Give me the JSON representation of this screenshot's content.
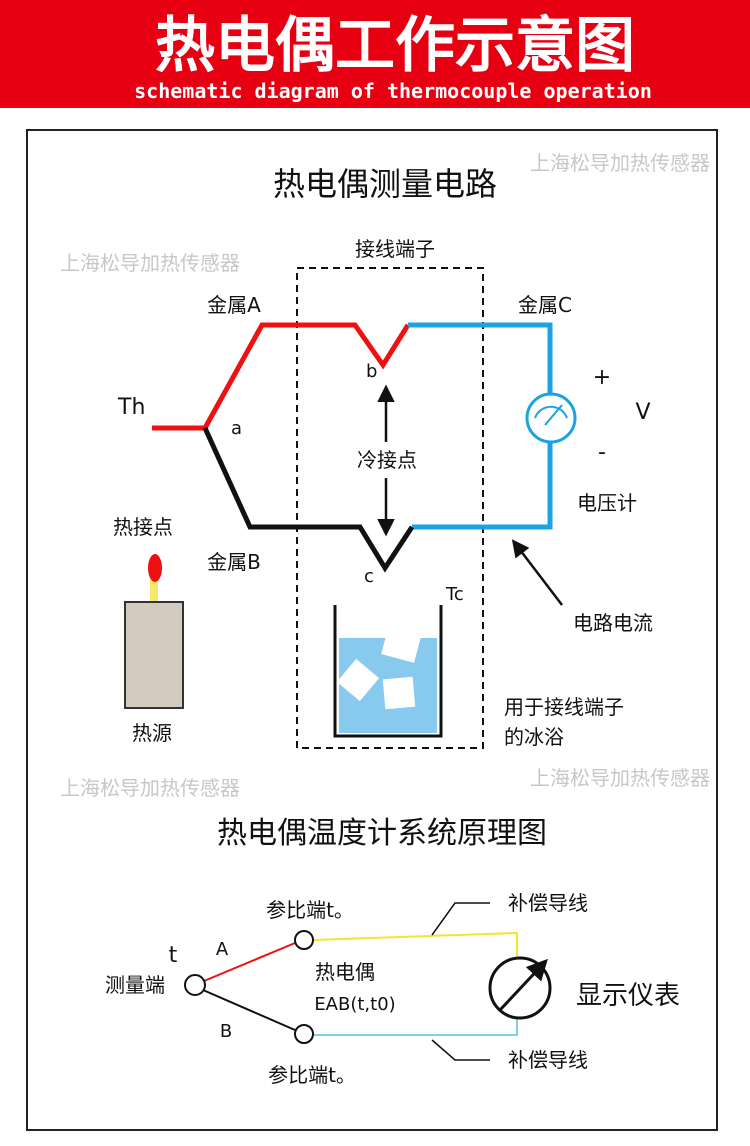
{
  "header": {
    "title": "热电偶工作示意图",
    "subtitle": "schematic diagram of thermocouple operation",
    "background_color": "#e60012"
  },
  "watermark": "上海松导加热传感器",
  "circuit": {
    "title": "热电偶测量电路",
    "terminal_label": "接线端子",
    "metal_a": "金属A",
    "metal_b": "金属B",
    "metal_c": "金属C",
    "th_label": "Th",
    "tc_label": "Tc",
    "point_a": "a",
    "point_b": "b",
    "point_c": "c",
    "cold_junction": "冷接点",
    "hot_junction": "热接点",
    "heat_source": "热源",
    "plus": "+",
    "minus": "-",
    "v_label": "V",
    "voltmeter": "电压计",
    "current": "电路电流",
    "ice_bath_line1": "用于接线端子",
    "ice_bath_line2": "的冰浴",
    "colors": {
      "metal_a": "#ee1111",
      "metal_b": "#111111",
      "metal_c": "#1aa3e0",
      "water": "#88c9ee",
      "candle": "#d3cbbf"
    }
  },
  "system": {
    "title": "热电偶温度计系统原理图",
    "measuring_end": "测量端",
    "t_label": "t",
    "wire_a": "A",
    "wire_b": "B",
    "reference_top": "参比端t。",
    "reference_bottom": "参比端t。",
    "thermocouple": "热电偶",
    "emf": "EAB(t,t0)",
    "compensation_top": "补偿导线",
    "compensation_bottom": "补偿导线",
    "display": "显示仪表"
  }
}
